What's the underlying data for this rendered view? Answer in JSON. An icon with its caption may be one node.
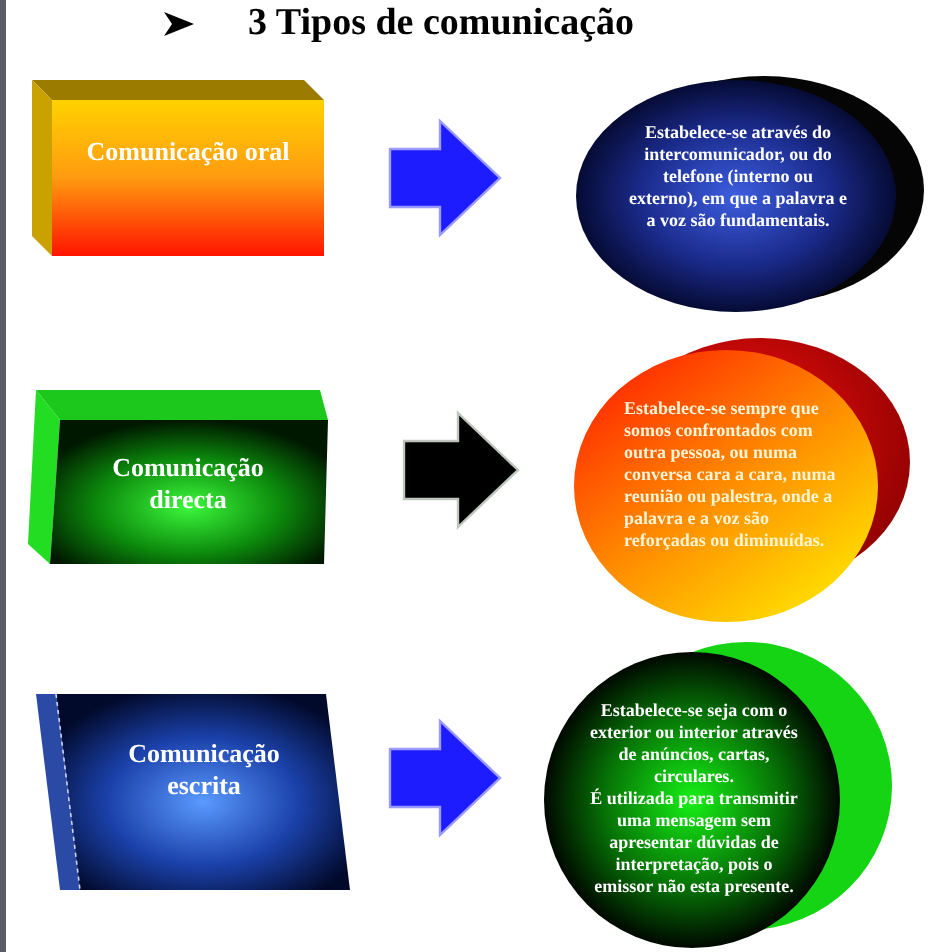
{
  "diagram": {
    "title": "3 Tipos de comunicação",
    "nodes": [
      {
        "text": [
          "Comunicação oral"
        ]
      },
      {
        "text": [
          "Comunicação directa"
        ]
      },
      {
        "text": [
          "Comunicação escrita"
        ]
      },
      {
        "text": [
          "Estabelece-se através do intercomunicador, ou do telefone (interno ou externo), em que a palavra e a voz são fundamentais."
        ]
      },
      {
        "text": [
          "Estabelece-se sempre que somos confrontados com outra pessoa, ou numa conversa cara a cara, numa reunião ou palestra, onde a palavra e a voz são reforçadas ou diminuídas."
        ]
      },
      {
        "text": [
          "Estabelece-se seja com o exterior ou interior através de anúncios, cartas, circulares.",
          "É utilizada para transmitir uma mensagem sem apresentar dúvidas de interpretação, pois o emissor não esta presente."
        ]
      }
    ],
    "edges": [
      {
        "from": 0,
        "to": 3,
        "arrow": "to"
      },
      {
        "from": 1,
        "to": 4,
        "arrow": "to",
        "color": "#000000"
      },
      {
        "from": 2,
        "to": 5,
        "arrow": "to"
      }
    ]
  }
}
